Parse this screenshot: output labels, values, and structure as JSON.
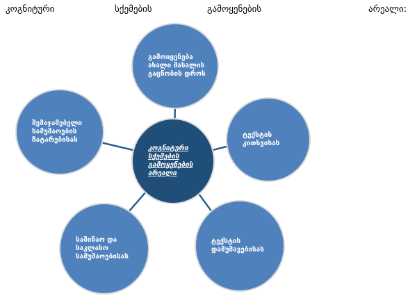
{
  "title": {
    "w1": "კოგნიტური",
    "w2": "სქემების",
    "w3": "გამოყენების",
    "w4": "არეალი:"
  },
  "diagram": {
    "center": "კოგნიტური სქემების გამოყენების არეალი",
    "top": "გამოიყენება ახალი მასალის გაცნობის დროს",
    "left": "შემაჯამებელი სამუშაოების ჩატარებისას",
    "right": "ტექსტის კითხვისას",
    "bottom_left": "საშინაო და საკლასო სამუშაოებისას",
    "bottom_right": "ტექსტის დამუშავებისას"
  },
  "colors": {
    "outer": "#4f81bd",
    "center": "#1f4e79"
  }
}
